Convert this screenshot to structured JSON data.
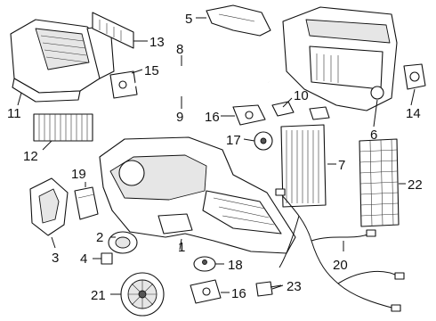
{
  "callouts": {
    "c1": "1",
    "c2": "2",
    "c3": "3",
    "c4": "4",
    "c5": "5",
    "c6": "6",
    "c7": "7",
    "c8": "8",
    "c9": "9",
    "c10": "10",
    "c11": "11",
    "c12": "12",
    "c13": "13",
    "c14": "14",
    "c15": "15",
    "c16a": "16",
    "c16b": "16",
    "c17": "17",
    "c18": "18",
    "c19": "19",
    "c20": "20",
    "c21": "21",
    "c22": "22",
    "c23": "23"
  },
  "colors": {
    "ink": "#111111",
    "background": "#ffffff",
    "shade": "#e6e6e6"
  }
}
